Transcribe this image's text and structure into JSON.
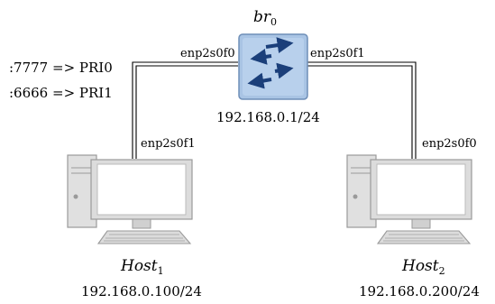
{
  "bridge": {
    "name": "br",
    "subscript": "0",
    "ip": "192.168.0.1/24",
    "port_left": "enp2s0f0",
    "port_right": "enp2s0f1"
  },
  "rules": {
    "line1": ":7777 => PRI0",
    "line2": ":6666 => PRI1"
  },
  "host1": {
    "name": "Host",
    "subscript": "1",
    "ip": "192.168.0.100/24",
    "port": "enp2s0f1"
  },
  "host2": {
    "name": "Host",
    "subscript": "2",
    "ip": "192.168.0.200/24",
    "port": "enp2s0f0"
  },
  "colors": {
    "switch_fill": "#a9c4e4",
    "switch_stroke": "#6f8fb8",
    "arrow": "#1b3f7a",
    "pc_fill": "#e6e6e6",
    "pc_stroke": "#9a9a9a",
    "cable": "#000000"
  },
  "icons": [
    "switch-icon",
    "computer-icon"
  ]
}
